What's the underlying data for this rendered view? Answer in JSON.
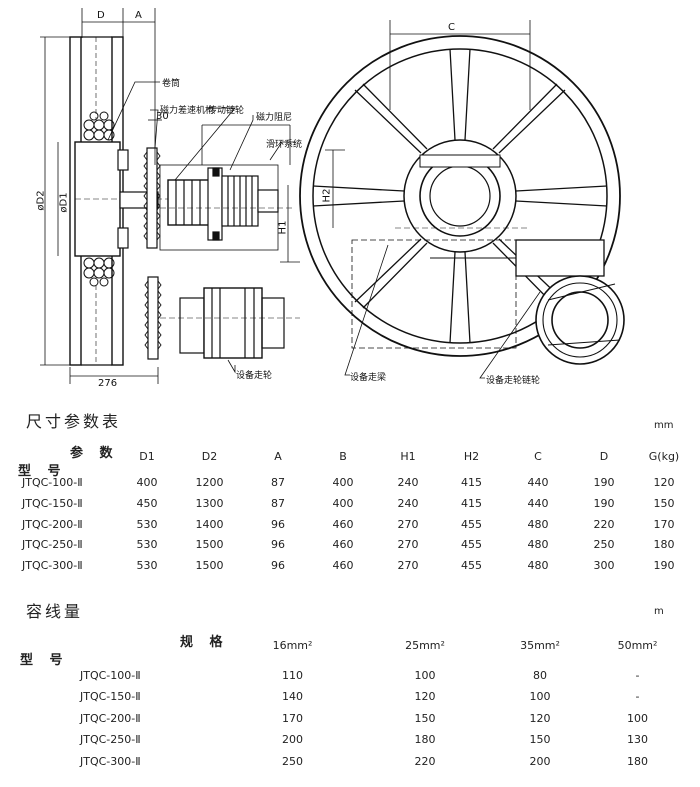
{
  "drawing": {
    "dimensions": {
      "D": "D",
      "A": "A",
      "C": "C",
      "H1": "H1",
      "H2": "H2",
      "D1": "øD1",
      "D2": "øD2",
      "d30": "30",
      "d276": "276"
    },
    "callouts": {
      "drum": "卷筒",
      "magnetic_differential": "磁力差速机构",
      "drive_sprocket": "传动链轮",
      "magnetic_damper": "磁力阻尼",
      "slip_ring": "滑环系统",
      "travel_wheel": "设备走轮",
      "travel_beam": "设备走梁",
      "wheel_sprocket": "设备走轮链轮"
    }
  },
  "dimension_table": {
    "title": "尺寸参数表",
    "unit": "mm",
    "corner_param": "参 数",
    "corner_model": "型 号",
    "columns": [
      "D1",
      "D2",
      "A",
      "B",
      "H1",
      "H2",
      "C",
      "D",
      "G(kg)"
    ],
    "rows": [
      {
        "model": "JTQC-100-Ⅱ",
        "values": [
          "400",
          "1200",
          "87",
          "400",
          "240",
          "415",
          "440",
          "190",
          "120"
        ]
      },
      {
        "model": "JTQC-150-Ⅱ",
        "values": [
          "450",
          "1300",
          "87",
          "400",
          "240",
          "415",
          "440",
          "190",
          "150"
        ]
      },
      {
        "model": "JTQC-200-Ⅱ",
        "values": [
          "530",
          "1400",
          "96",
          "460",
          "270",
          "455",
          "480",
          "220",
          "170"
        ]
      },
      {
        "model": "JTQC-250-Ⅱ",
        "values": [
          "530",
          "1500",
          "96",
          "460",
          "270",
          "455",
          "480",
          "250",
          "180"
        ]
      },
      {
        "model": "JTQC-300-Ⅱ",
        "values": [
          "530",
          "1500",
          "96",
          "460",
          "270",
          "455",
          "480",
          "300",
          "190"
        ]
      }
    ]
  },
  "capacity_table": {
    "title": "容线量",
    "unit": "m",
    "corner_spec": "规 格",
    "corner_model": "型 号",
    "columns": [
      "16mm²",
      "25mm²",
      "35mm²",
      "50mm²"
    ],
    "rows": [
      {
        "model": "JTQC-100-Ⅱ",
        "values": [
          "110",
          "100",
          "80",
          "-"
        ]
      },
      {
        "model": "JTQC-150-Ⅱ",
        "values": [
          "140",
          "120",
          "100",
          "-"
        ]
      },
      {
        "model": "JTQC-200-Ⅱ",
        "values": [
          "170",
          "150",
          "120",
          "100"
        ]
      },
      {
        "model": "JTQC-250-Ⅱ",
        "values": [
          "200",
          "180",
          "150",
          "130"
        ]
      },
      {
        "model": "JTQC-300-Ⅱ",
        "values": [
          "250",
          "220",
          "200",
          "180"
        ]
      }
    ]
  }
}
